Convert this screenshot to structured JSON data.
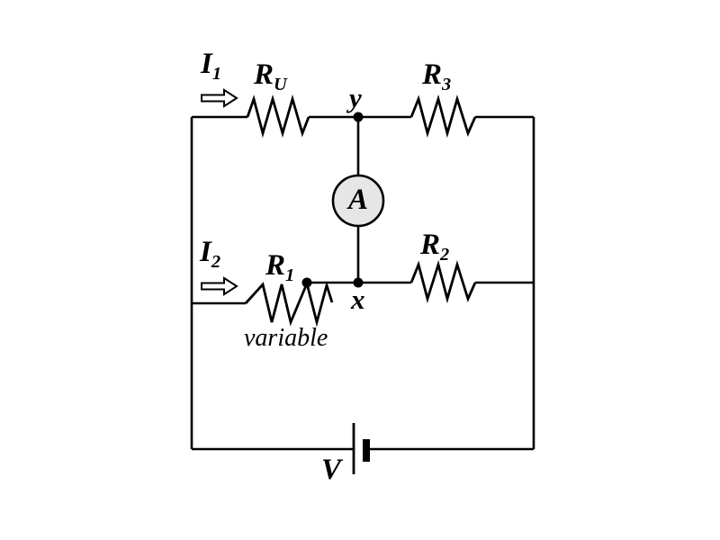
{
  "diagram": {
    "labels": {
      "current1": {
        "base": "I",
        "sub": "1"
      },
      "current2": {
        "base": "I",
        "sub": "2"
      },
      "resistor_u": {
        "base": "R",
        "sub": "U"
      },
      "resistor_3": {
        "base": "R",
        "sub": "3"
      },
      "resistor_1": {
        "base": "R",
        "sub": "1"
      },
      "resistor_2": {
        "base": "R",
        "sub": "2"
      },
      "node_y": "y",
      "node_x": "x",
      "ammeter": "A",
      "variable_note": "variable",
      "battery": "V"
    },
    "colors": {
      "background": "#ffffff",
      "wire": "#000000",
      "ammeter_fill": "#e6e6e6"
    }
  }
}
